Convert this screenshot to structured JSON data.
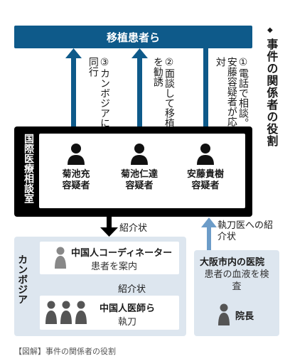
{
  "header": {
    "title": "移植患者ら"
  },
  "side_title": "事件の関係者の役割",
  "steps": {
    "step1": "①電話で相談。安藤容疑者が応対",
    "step2": "②面談して移植を勧誘",
    "step3": "③カンボジアに同行"
  },
  "center": {
    "label": "国際医療相談室",
    "persons": [
      {
        "name": "菊池充",
        "role": "容疑者"
      },
      {
        "name": "菊池仁達",
        "role": "容疑者"
      },
      {
        "name": "安藤貴樹",
        "role": "容疑者"
      }
    ]
  },
  "referral": {
    "label1": "紹介状",
    "label2": "紹介状"
  },
  "cambodia": {
    "label": "カンボジア",
    "coordinator": {
      "title": "中国人コーディネーター",
      "desc": "患者を案内"
    },
    "doctors": {
      "title": "中国人医師ら",
      "desc": "執刀"
    }
  },
  "osaka": {
    "note": "執刀医への紹介状",
    "title": "大阪市内の医院",
    "desc": "患者の血液を検査",
    "director": "院長"
  },
  "caption": "【図解】事件の関係者の役割",
  "colors": {
    "blue": "#0e5a8a",
    "lightblue": "#dde6ef",
    "black": "#000000"
  }
}
